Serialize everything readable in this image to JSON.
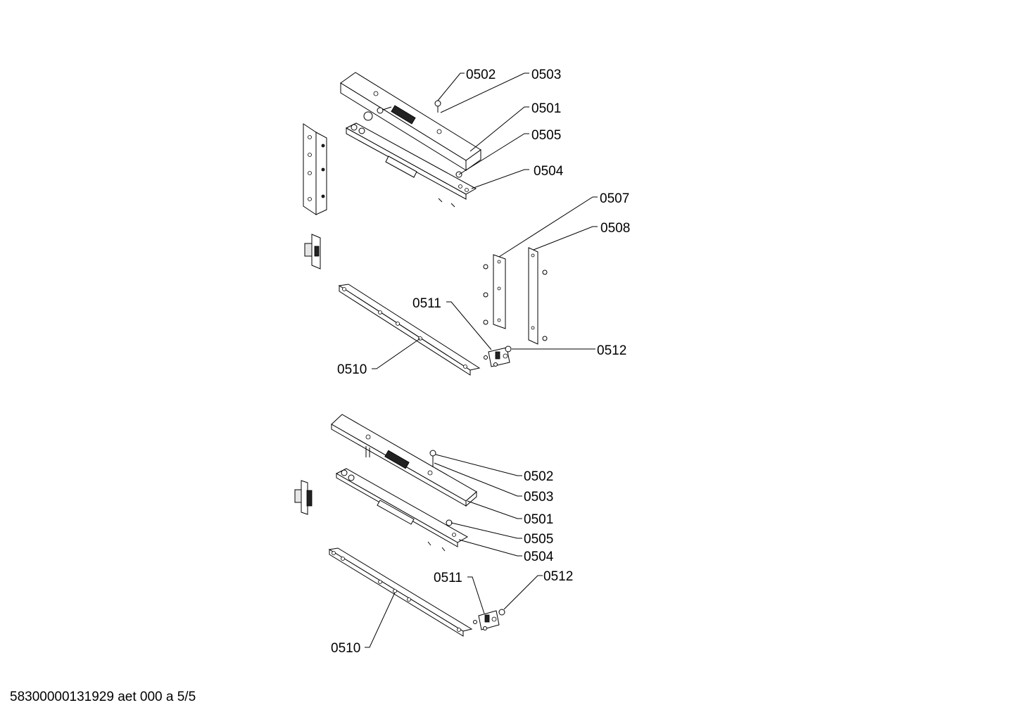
{
  "footer": {
    "doc_id": "58300000131929 aet 000 a 5/5"
  },
  "upper_group": {
    "labels": {
      "p0502": "0502",
      "p0503": "0503",
      "p0501": "0501",
      "p0505": "0505",
      "p0504": "0504",
      "p0507": "0507",
      "p0508": "0508",
      "p0511": "0511",
      "p0512": "0512",
      "p0510": "0510"
    }
  },
  "lower_group": {
    "labels": {
      "p0502": "0502",
      "p0503": "0503",
      "p0501": "0501",
      "p0505": "0505",
      "p0504": "0504",
      "p0511": "0511",
      "p0512": "0512",
      "p0510": "0510"
    }
  }
}
